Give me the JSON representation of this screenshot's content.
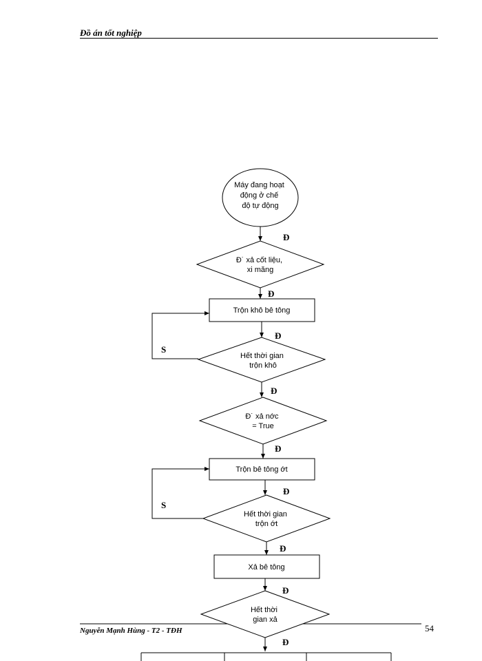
{
  "header": {
    "title": "Đồ án tốt nghiệp"
  },
  "footer": {
    "author": "Nguyễn Mạnh Hùng - T2 - TĐH",
    "page_number": "54"
  },
  "flowchart": {
    "start": [
      "Máy đang hoạt",
      "động ở chế",
      "độ tự động"
    ],
    "d1": [
      "Đ˙ xả cốt liệu,",
      "xi măng"
    ],
    "p1": [
      "Trộn khô bê tông"
    ],
    "d2": [
      "Hết thời gian",
      "trộn khô"
    ],
    "d3": [
      "Đ˙ xả nớc",
      "= True"
    ],
    "p2": [
      "Trộn bê tông ớt"
    ],
    "d4": [
      "Hết thời gian",
      "trộn ớt"
    ],
    "p3": [
      "Xả bê tông"
    ],
    "d5": [
      "Hết thời",
      "gian xả"
    ],
    "yes_label": "Đ",
    "no_label": "S"
  }
}
